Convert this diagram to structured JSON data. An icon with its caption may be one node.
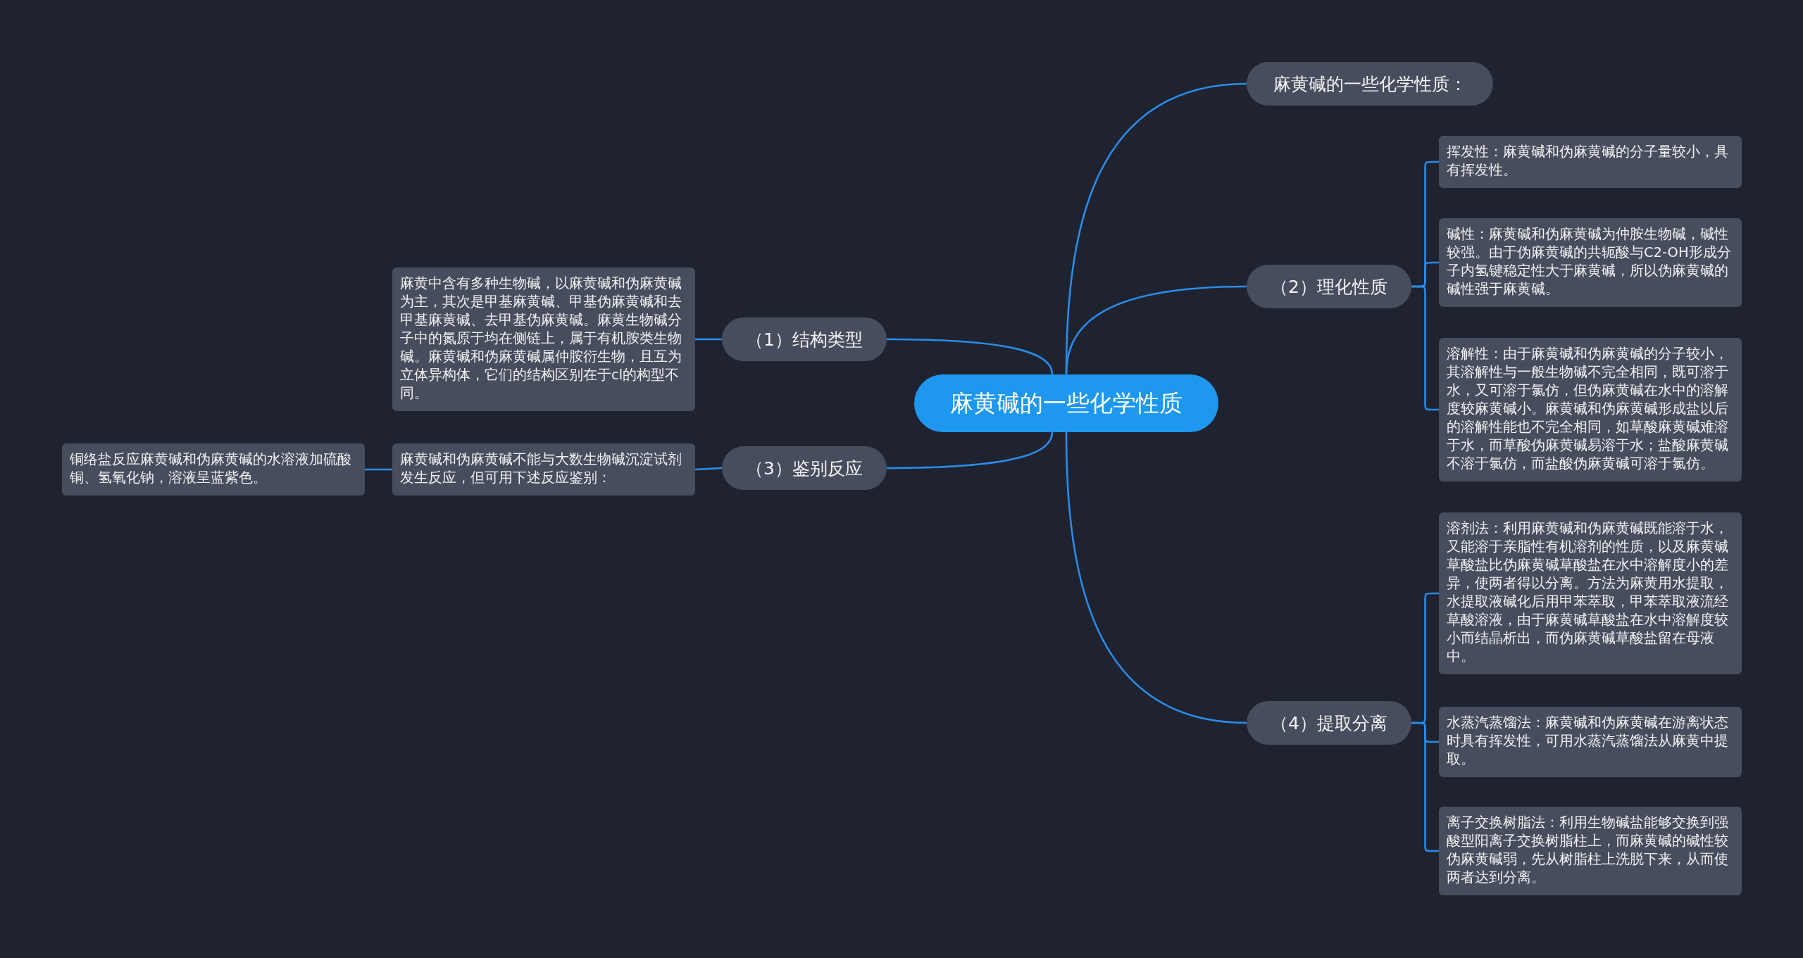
{
  "diagram": {
    "nodes": [
      {
        "text": [
          "麻黄碱的一些化学性质"
        ]
      },
      {
        "text": [
          "麻黄碱的一些化学性质："
        ]
      },
      {
        "text": [
          "（2）理化性质"
        ]
      },
      {
        "text": [
          "挥发性：麻黄碱和伪麻黄碱的分子量较小，具有挥发性。"
        ]
      },
      {
        "text": [
          "碱性：麻黄碱和伪麻黄碱为仲胺生物碱，碱性较强。由于伪麻黄碱的共轭酸与C2-OH形成分子内氢键稳定性大于麻黄碱，所以伪麻黄碱的碱性强于麻黄碱。"
        ]
      },
      {
        "text": [
          "溶解性：由于麻黄碱和伪麻黄碱的分子较小，其溶解性与一般生物碱不完全相同，既可溶于水，又可溶于氯仿，但伪麻黄碱在水中的溶解度较麻黄碱小。麻黄碱和伪麻黄碱形成盐以后的溶解性能也不完全相同，如草酸麻黄碱难溶于水，而草酸伪麻黄碱易溶于水；盐酸麻黄碱不溶于氯仿，而盐酸伪麻黄碱可溶于氯仿。"
        ]
      },
      {
        "text": [
          "（4）提取分离"
        ]
      },
      {
        "text": [
          "溶剂法：利用麻黄碱和伪麻黄碱既能溶于水，又能溶于亲脂性有机溶剂的性质，以及麻黄碱草酸盐比伪麻黄碱草酸盐在水中溶解度小的差异，使两者得以分离。方法为麻黄用水提取，水提取液碱化后用甲苯萃取，甲苯萃取液流经草酸溶液，由于麻黄碱草酸盐在水中溶解度较小而结晶析出，而伪麻黄碱草酸盐留在母液中。"
        ]
      },
      {
        "text": [
          "水蒸汽蒸馏法：麻黄碱和伪麻黄碱在游离状态时具有挥发性，可用水蒸汽蒸馏法从麻黄中提取。"
        ]
      },
      {
        "text": [
          "离子交换树脂法：利用生物碱盐能够交换到强酸型阳离子交换树脂柱上，而麻黄碱的碱性较伪麻黄碱弱，先从树脂柱上洗脱下来，从而使两者达到分离。"
        ]
      },
      {
        "text": [
          "（1）结构类型"
        ]
      },
      {
        "text": [
          "麻黄中含有多种生物碱，以麻黄碱和伪麻黄碱为主，其次是甲基麻黄碱、甲基伪麻黄碱和去甲基麻黄碱、去甲基伪麻黄碱。麻黄生物碱分子中的氮原于均在侧链上，属于有机胺类生物碱。麻黄碱和伪麻黄碱属仲胺衍生物，且互为立体异构体，它们的结构区别在于cl的构型不同。"
        ]
      },
      {
        "text": [
          "（3）鉴别反应"
        ]
      },
      {
        "text": [
          "麻黄碱和伪麻黄碱不能与大数生物碱沉淀试剂发生反应，但可用下述反应鉴别："
        ]
      },
      {
        "text": [
          "铜络盐反应麻黄碱和伪麻黄碱的水溶液加硫酸铜、氢氧化钠，溶液呈蓝紫色。"
        ]
      }
    ],
    "edges": [
      {
        "from": 0,
        "to": 1,
        "arrow": "none"
      },
      {
        "from": 0,
        "to": 2,
        "arrow": "none"
      },
      {
        "from": 2,
        "to": 3,
        "arrow": "none"
      },
      {
        "from": 2,
        "to": 4,
        "arrow": "none"
      },
      {
        "from": 2,
        "to": 5,
        "arrow": "none"
      },
      {
        "from": 0,
        "to": 6,
        "arrow": "none"
      },
      {
        "from": 6,
        "to": 7,
        "arrow": "none"
      },
      {
        "from": 6,
        "to": 8,
        "arrow": "none"
      },
      {
        "from": 6,
        "to": 9,
        "arrow": "none"
      },
      {
        "from": 0,
        "to": 10,
        "arrow": "none"
      },
      {
        "from": 10,
        "to": 11,
        "arrow": "none"
      },
      {
        "from": 0,
        "to": 12,
        "arrow": "none"
      },
      {
        "from": 12,
        "to": 13,
        "arrow": "none"
      },
      {
        "from": 13,
        "to": 14,
        "arrow": "none"
      }
    ]
  }
}
